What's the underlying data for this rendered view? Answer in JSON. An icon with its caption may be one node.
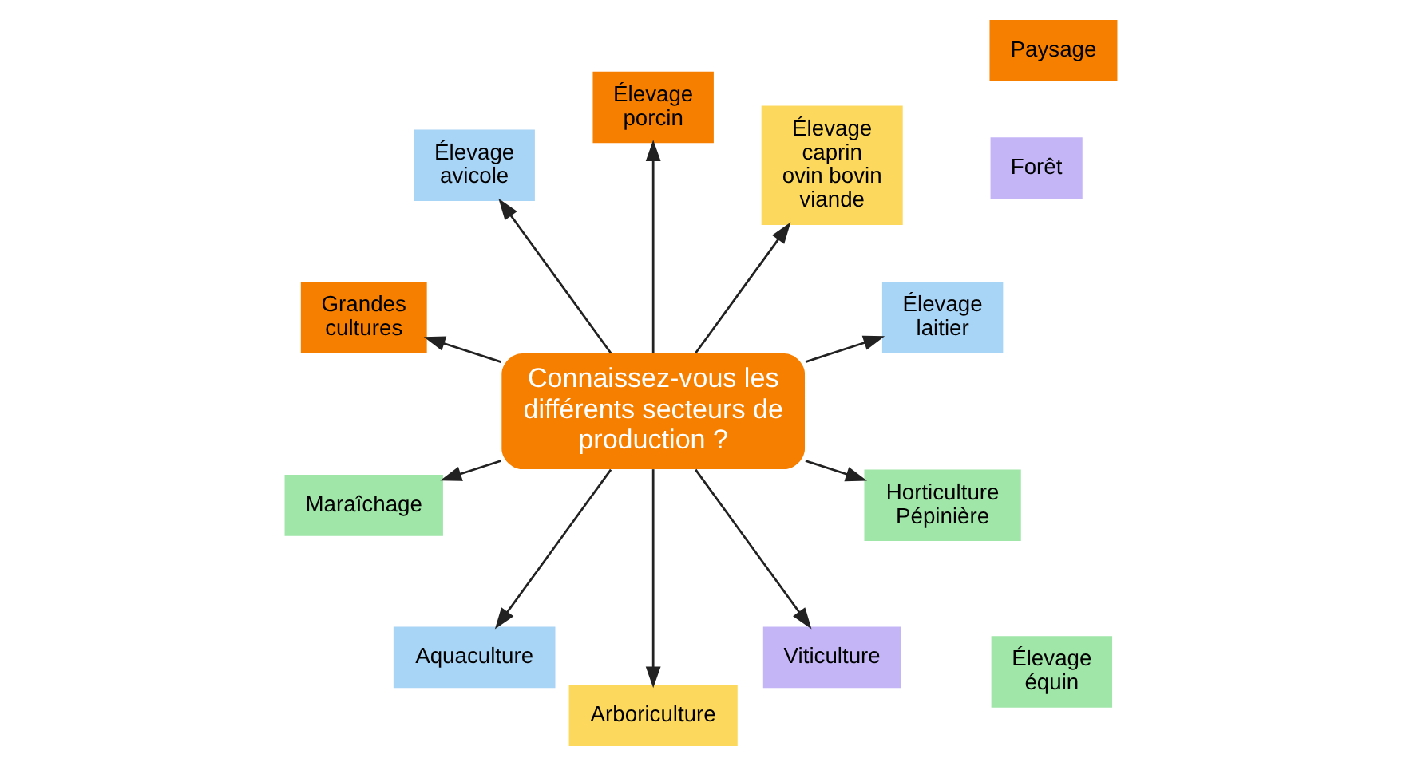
{
  "diagram": {
    "nodes": [
      {
        "text": [
          "Connaissez-vous les différents secteurs de production ?"
        ]
      },
      {
        "text": [
          "Élevage équin"
        ]
      },
      {
        "text": [
          "Élevage laitier"
        ]
      },
      {
        "text": [
          "Élevage caprin ovin bovin viande"
        ]
      },
      {
        "text": [
          "Élevage porcin"
        ]
      },
      {
        "text": [
          "Élevage avicole"
        ]
      },
      {
        "text": [
          "Forêt"
        ]
      },
      {
        "text": [
          "Grandes cultures"
        ]
      },
      {
        "text": [
          "Maraîchage"
        ]
      },
      {
        "text": [
          "Paysage"
        ]
      },
      {
        "text": [
          "Aquaculture"
        ]
      },
      {
        "text": [
          "Arboriculture"
        ]
      },
      {
        "text": [
          "Viticulture"
        ]
      },
      {
        "text": [
          "Horticulture Pépinière"
        ]
      }
    ],
    "edges": [
      {
        "from": 0,
        "to": 2,
        "arrow": "to"
      },
      {
        "from": 0,
        "to": 3,
        "arrow": "to"
      },
      {
        "from": 0,
        "to": 4,
        "arrow": "to"
      },
      {
        "from": 0,
        "to": 5,
        "arrow": "to"
      },
      {
        "from": 0,
        "to": 7,
        "arrow": "to"
      },
      {
        "from": 0,
        "to": 8,
        "arrow": "to"
      },
      {
        "from": 0,
        "to": 10,
        "arrow": "to"
      },
      {
        "from": 0,
        "to": 11,
        "arrow": "to"
      },
      {
        "from": 0,
        "to": 12,
        "arrow": "to"
      },
      {
        "from": 0,
        "to": 13,
        "arrow": "to"
      }
    ]
  }
}
